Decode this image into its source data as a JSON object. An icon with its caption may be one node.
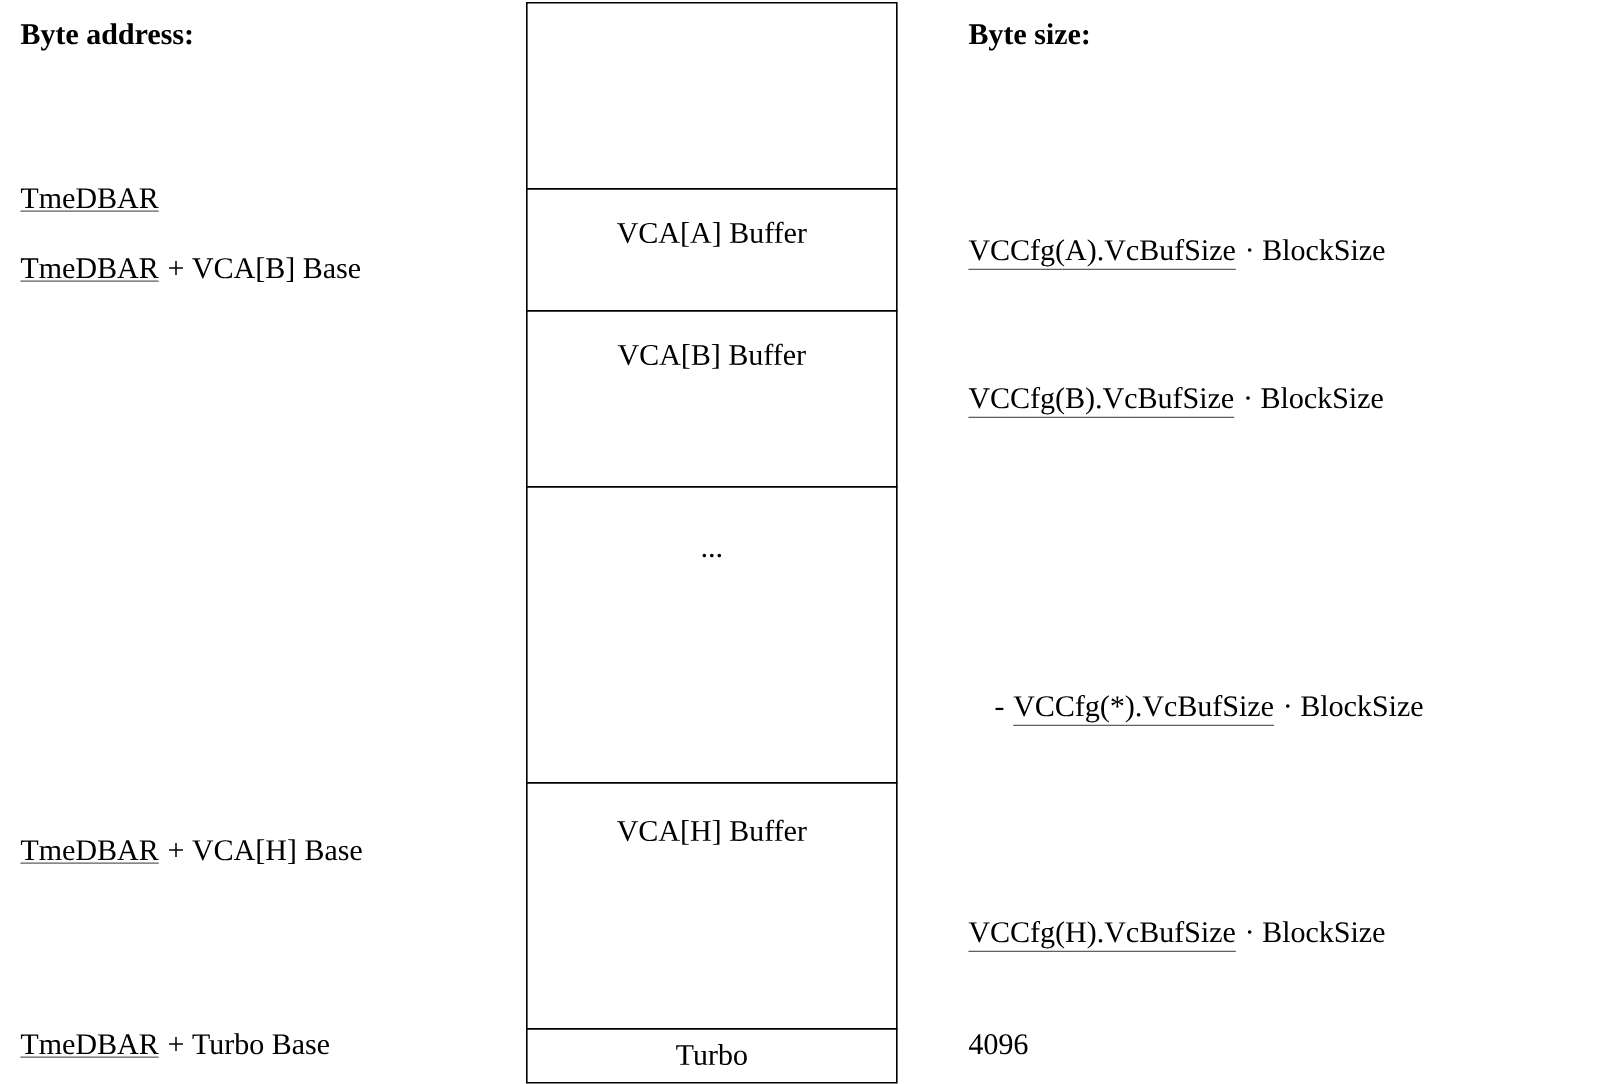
{
  "diagram": {
    "nodes": [
      {
        "text": [],
        "shape": "box"
      },
      {
        "text": [
          "VCA[A] Buffer"
        ]
      },
      {
        "text": [
          "VCA[B] Buffer"
        ]
      },
      {
        "text": [
          "..."
        ]
      },
      {
        "text": [
          "VCA[H] Buffer"
        ]
      },
      {
        "text": [
          "Turbo"
        ]
      }
    ],
    "labels": [
      "Byte address:",
      "Byte size:",
      "TmeDBAR",
      "VCCfg(A).VcBufSize",
      "· BlockSize",
      "TmeDBAR",
      "+ VCA[B] Base",
      "VCCfg(B).VcBufSize",
      "· BlockSize",
      "-",
      "VCCfg(*).VcBufSize",
      "· BlockSize",
      "TmeDBAR",
      "+ VCA[H] Base",
      "VCCfg(H).VcBufSize",
      "· BlockSize",
      "TmeDBAR",
      "+ Turbo Base",
      "4096"
    ]
  }
}
